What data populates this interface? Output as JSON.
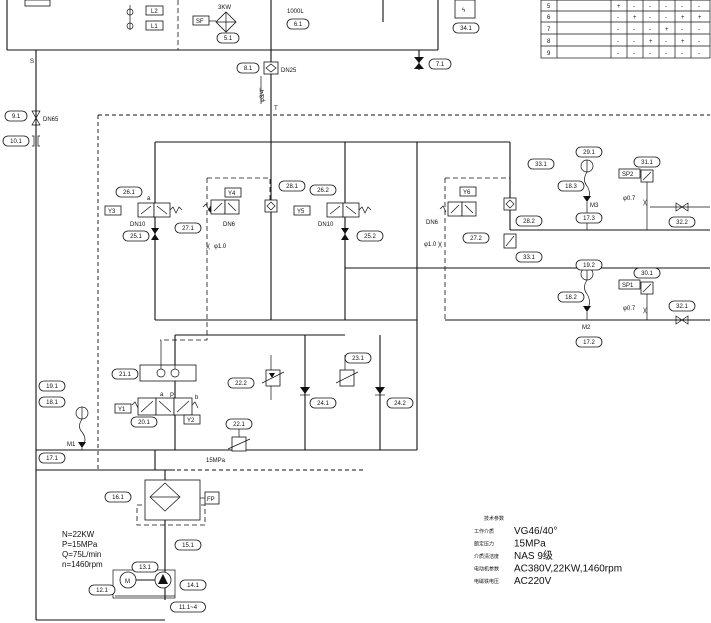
{
  "diagram": {
    "top": {
      "label_3kw": "3KW",
      "label_1000l": "1000L",
      "label_s": "S",
      "label_t": "T",
      "label_dn25": "DN25",
      "label_dn65": "DN65",
      "label_m3v": "φ3/4\"",
      "label_sf": "SF"
    },
    "tags": {
      "t5_1": "5.1",
      "t6_1": "6.1",
      "t8_1": "8.1",
      "t7_1": "7.1",
      "t9_1": "9.1",
      "t10_1": "10.1",
      "t34_1": "34.1",
      "t26_1": "26.1",
      "t25_1": "25.1",
      "t27_1": "27.1",
      "t28_1": "28.1",
      "t26_2": "26.2",
      "t25_2": "25.2",
      "t33_1a": "33.1",
      "t28_2": "28.2",
      "t27_2": "27.2",
      "t33_1b": "33.1",
      "t29_1": "29.1",
      "t18_3": "18.3",
      "t17_3": "17.3",
      "t31_1": "31.1",
      "t32_2": "32.2",
      "t19_2": "19.2",
      "t18_2": "18.2",
      "t17_2": "17.2",
      "t30_1": "30.1",
      "t32_1": "32.1",
      "t21_1": "21.1",
      "t19_1": "19.1",
      "t18_1": "18.1",
      "t20_1": "20.1",
      "t17_1": "17.1",
      "t22_2": "22.2",
      "t24_1": "24.1",
      "t23_1": "23.1",
      "t24_2": "24.2",
      "t22_1": "22.1",
      "t16_1": "16.1",
      "t15_1": "15.1",
      "t13_1": "13.1",
      "t12_1": "12.1",
      "t14_1": "14.1",
      "t11": "11.1~4"
    },
    "labels": {
      "y3": "Y3",
      "y4": "Y4",
      "y5": "Y5",
      "y6": "Y6",
      "y1": "Y1",
      "y2": "Y2",
      "dn10a": "DN10",
      "dn6a": "DN6",
      "dn10b": "DN10",
      "dn6b": "DN6",
      "phi10a": "φ1.0",
      "phi10b": "φ1.0",
      "phi07a": "φ0.7",
      "phi07b": "φ0.7",
      "sp2": "SP2",
      "sp1": "SP1",
      "m3": "M3",
      "m2": "M2",
      "m1": "M1",
      "fp": "FP",
      "mpa15": "15MPa",
      "a": "a",
      "b": "b",
      "p": "P",
      "m": "M"
    },
    "pump": {
      "line1": "N=22KW",
      "line2": "P=15MPa",
      "line3": "Q=75L/min",
      "line4": "n=1460rpm"
    },
    "table": {
      "rows": [
        {
          "no": "5",
          "name": "",
          "marks": [
            "+",
            "-",
            "-",
            "-",
            "-",
            "-"
          ]
        },
        {
          "no": "6",
          "name": "",
          "marks": [
            "-",
            "+",
            "-",
            "-",
            "+",
            "+"
          ]
        },
        {
          "no": "7",
          "name": "",
          "marks": [
            "-",
            "-",
            "-",
            "+",
            "-",
            "-"
          ]
        },
        {
          "no": "8",
          "name": "",
          "marks": [
            "-",
            "-",
            "+",
            "-",
            "+",
            "-"
          ]
        },
        {
          "no": "9",
          "name": "",
          "marks": [
            "-",
            "-",
            "-",
            "-",
            "-",
            "-"
          ]
        }
      ]
    },
    "specs": {
      "title": "技术参数",
      "rows": [
        {
          "label": "工作介质",
          "value": "VG46/40°"
        },
        {
          "label": "额定压力",
          "value": "15MPa"
        },
        {
          "label": "介质清洁度",
          "value": "NAS 9级"
        },
        {
          "label": "电动机参数",
          "value": "AC380V,22KW,1460rpm"
        },
        {
          "label": "电磁铁电压",
          "value": "AC220V"
        }
      ]
    }
  }
}
